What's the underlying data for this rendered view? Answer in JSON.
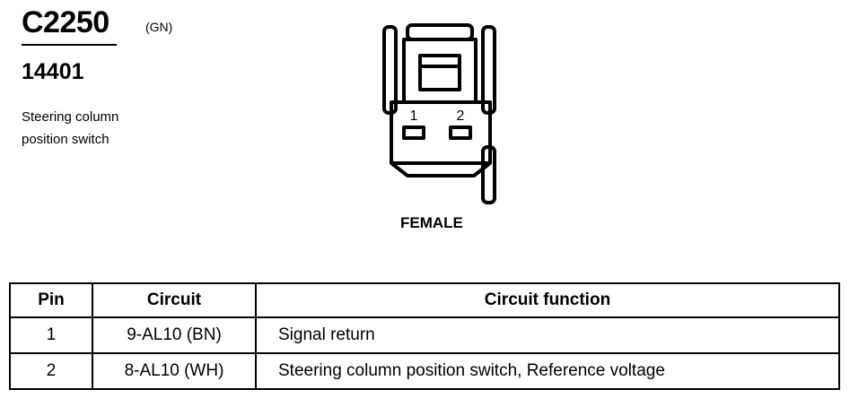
{
  "connector": {
    "id": "C2250",
    "color": "(GN)",
    "part_number": "14401",
    "description_lines": [
      "Steering column",
      "position switch"
    ],
    "gender": "FEMALE",
    "cavity_labels": [
      "1",
      "2"
    ]
  },
  "table": {
    "headers": [
      "Pin",
      "Circuit",
      "Circuit function"
    ],
    "rows": [
      {
        "pin": "1",
        "circuit": "9-AL10 (BN)",
        "function": "Signal return"
      },
      {
        "pin": "2",
        "circuit": "8-AL10 (WH)",
        "function": "Steering column position switch, Reference voltage"
      }
    ]
  }
}
